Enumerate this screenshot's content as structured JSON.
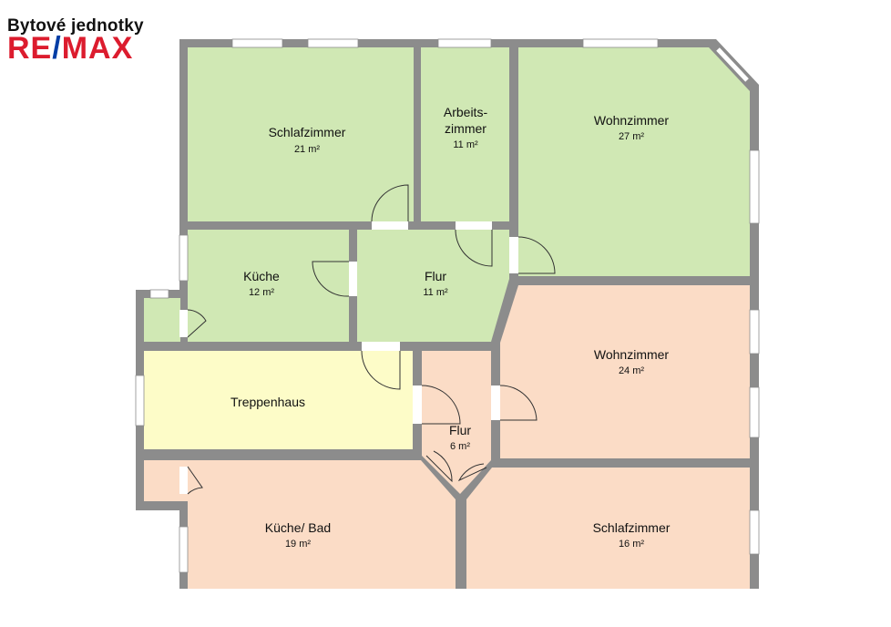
{
  "header": {
    "title": "Bytové jednotky",
    "logo_red": "RE",
    "logo_blue": "MAX",
    "logo_sep": "/"
  },
  "colors": {
    "green": "#d0e8b4",
    "peach": "#fbdcc6",
    "yellow": "#fdfcc8",
    "wall": "#8c8c8c",
    "brand_red": "#dc1c2e",
    "brand_blue": "#003da5"
  },
  "rooms": {
    "schlafzimmer_1": {
      "name": "Schlafzimmer",
      "area": "21 m²"
    },
    "arbeitszimmer": {
      "name1": "Arbeits-",
      "name2": "zimmer",
      "area": "11 m²"
    },
    "wohnzimmer_1": {
      "name": "Wohnzimmer",
      "area": "27 m²"
    },
    "kueche_1": {
      "name": "Küche",
      "area": "12 m²"
    },
    "flur_1": {
      "name": "Flur",
      "area": "11 m²"
    },
    "wohnzimmer_2": {
      "name": "Wohnzimmer",
      "area": "24 m²"
    },
    "treppenhaus": {
      "name": "Treppenhaus"
    },
    "flur_2": {
      "name": "Flur",
      "area": "6 m²"
    },
    "kueche_bad": {
      "name": "Küche/ Bad",
      "area": "19 m²"
    },
    "schlafzimmer_2": {
      "name": "Schlafzimmer",
      "area": "16 m²"
    }
  }
}
